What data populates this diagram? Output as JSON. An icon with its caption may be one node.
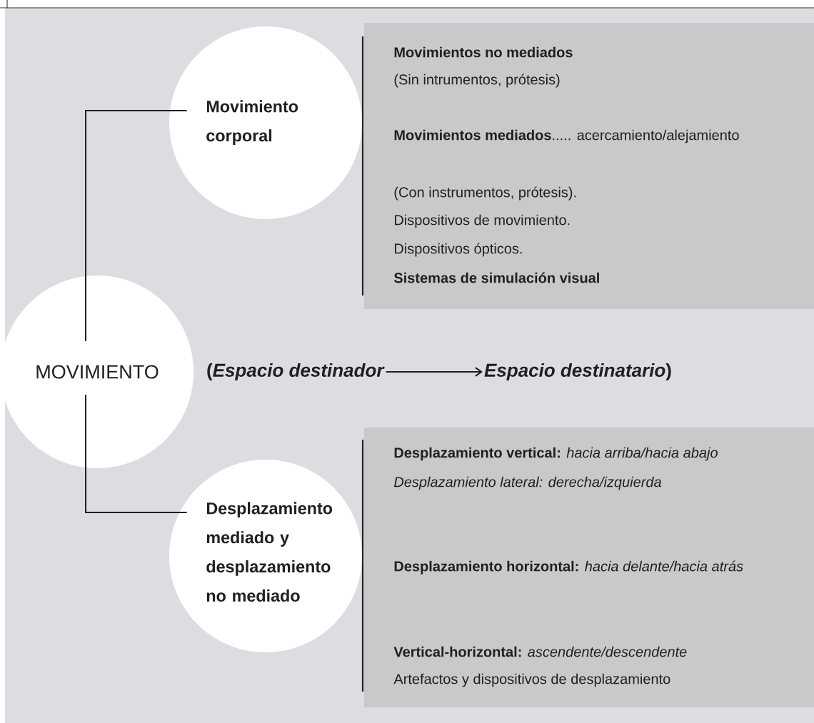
{
  "diagram": {
    "nodes": [
      {
        "text": [
          "MOVIMIENTO"
        ]
      },
      {
        "text": [
          "Movimiento corporal"
        ]
      },
      {
        "text": [
          "Desplazamiento mediado y desplazamiento no mediado"
        ]
      },
      {
        "text": [
          "Movimientos no mediados",
          "(Sin intrumentos, prótesis)",
          "**Movimientos mediados**..... acercamiento/alejamiento",
          "(Con instrumentos, prótesis).",
          "Dispositivos de movimiento.",
          "Dispositivos ópticos.",
          "Sistemas de simulación visual"
        ]
      },
      {
        "text": [
          "**Desplazamiento vertical:** *hacia arriba/hacia abajo*",
          "Desplazamiento lateral: derecha/izquierda",
          "**Desplazamiento horizontal:** *hacia delante/hacia atrás*",
          "**Vertical-horizontal:** *ascendente/descendente*",
          "Artefactos y dispositivos de desplazamiento"
        ]
      },
      {
        "text": [
          "(*Espacio destinador*"
        ]
      },
      {
        "text": [
          "*Espacio destinatario*)"
        ]
      }
    ],
    "edges": [
      {
        "from": 0,
        "to": 1,
        "arrow": "none"
      },
      {
        "from": 0,
        "to": 2,
        "arrow": "none"
      },
      {
        "from": 5,
        "to": 6,
        "arrow": "to"
      }
    ]
  }
}
